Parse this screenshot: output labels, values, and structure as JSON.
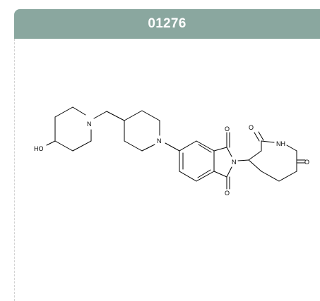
{
  "header": {
    "title": "01276",
    "color": "#8aa79f"
  },
  "molecule": {
    "atoms": {
      "ho": "HO",
      "n_piperidine_1": "N",
      "n_piperidine_2": "N",
      "o_top": "O",
      "o_bottom": "O",
      "n_imide": "N",
      "o_glut_top": "O",
      "nh": "NH",
      "o_glut_right": "O"
    }
  }
}
